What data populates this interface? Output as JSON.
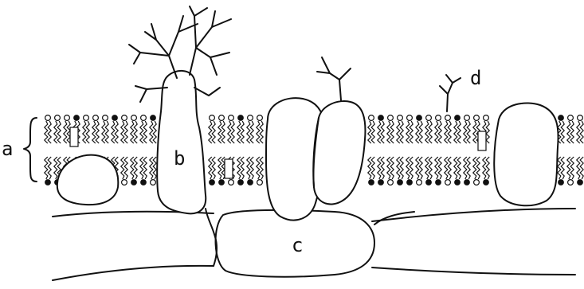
{
  "labels": {
    "a": "a",
    "b": "b",
    "c": "c",
    "d": "d"
  },
  "colors": {
    "ink": "#111111",
    "background": "#ffffff"
  }
}
